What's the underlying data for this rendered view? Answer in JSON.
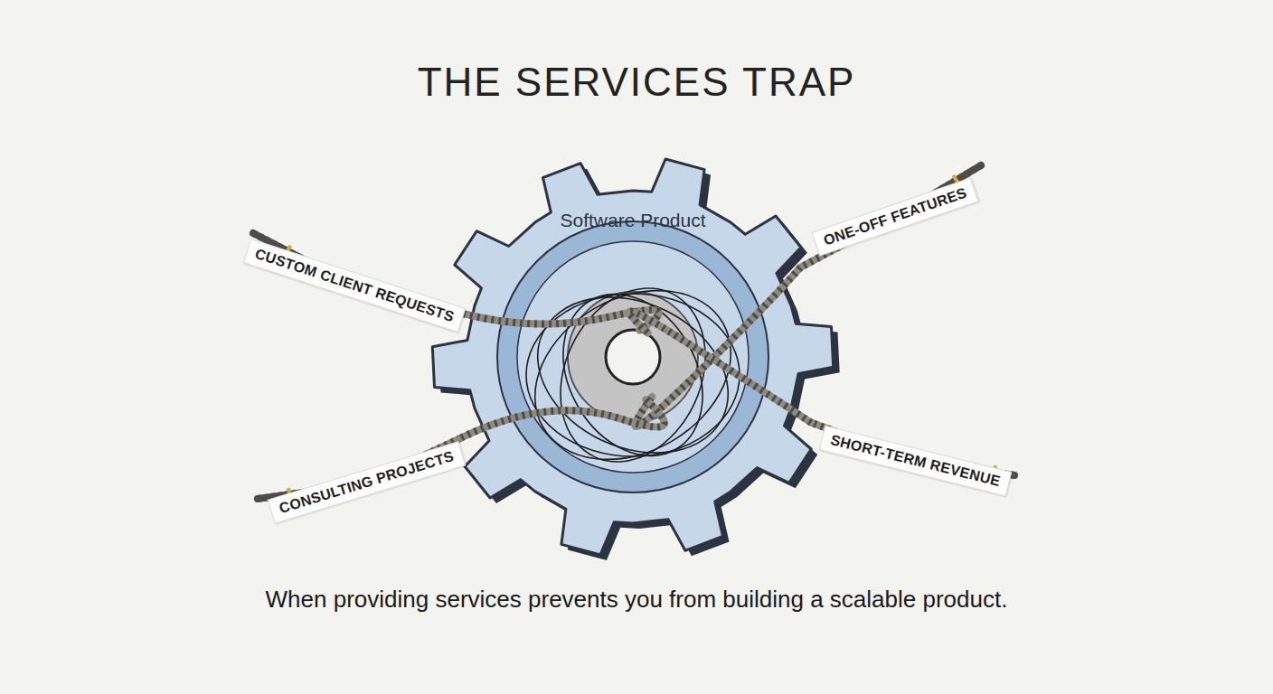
{
  "diagram": {
    "title": "THE SERVICES TRAP",
    "caption": "When providing services prevents you from building a scalable product.",
    "nodes": [
      {
        "text": [
          "Software Product"
        ]
      },
      {
        "text": [
          "CUSTOM CLIENT REQUESTS"
        ]
      },
      {
        "text": [
          "ONE-OFF FEATURES"
        ]
      },
      {
        "text": [
          "CONSULTING PROJECTS"
        ]
      },
      {
        "text": [
          "SHORT-TERM REVENUE"
        ]
      }
    ],
    "edges": [
      {
        "from": 1,
        "to": 0,
        "arrow": "none"
      },
      {
        "from": 2,
        "to": 0,
        "arrow": "none"
      },
      {
        "from": 3,
        "to": 0,
        "arrow": "none"
      },
      {
        "from": 4,
        "to": 0,
        "arrow": "none"
      }
    ]
  }
}
